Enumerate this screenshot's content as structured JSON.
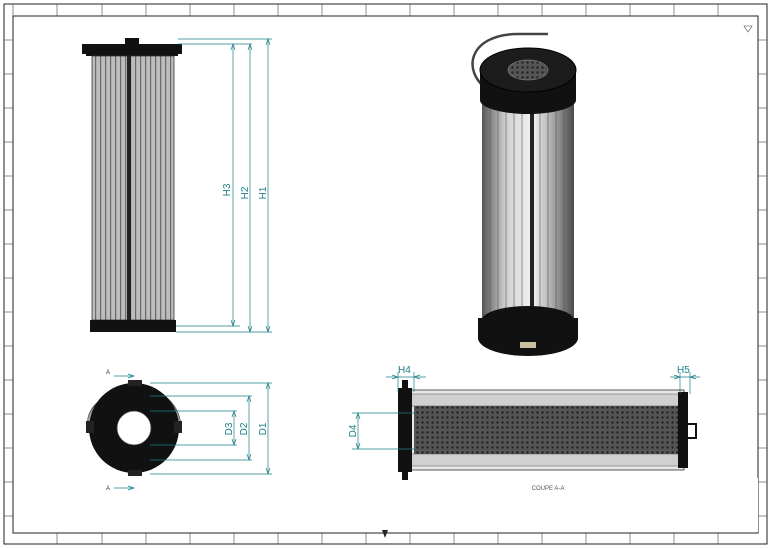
{
  "labels": {
    "A_top": "A",
    "A_bottom": "A",
    "section": "COUPE A-A"
  },
  "dimensions": {
    "H1": "H1",
    "H2": "H2",
    "H3": "H3",
    "D1": "D1",
    "D2": "D2",
    "D3": "D3",
    "D4": "D4",
    "H4": "H4",
    "H5": "H5"
  },
  "colors": {
    "dimension": "#1a7f86",
    "border": "#222222",
    "body_dark": "#111111",
    "metal": "#9a9a9a"
  }
}
